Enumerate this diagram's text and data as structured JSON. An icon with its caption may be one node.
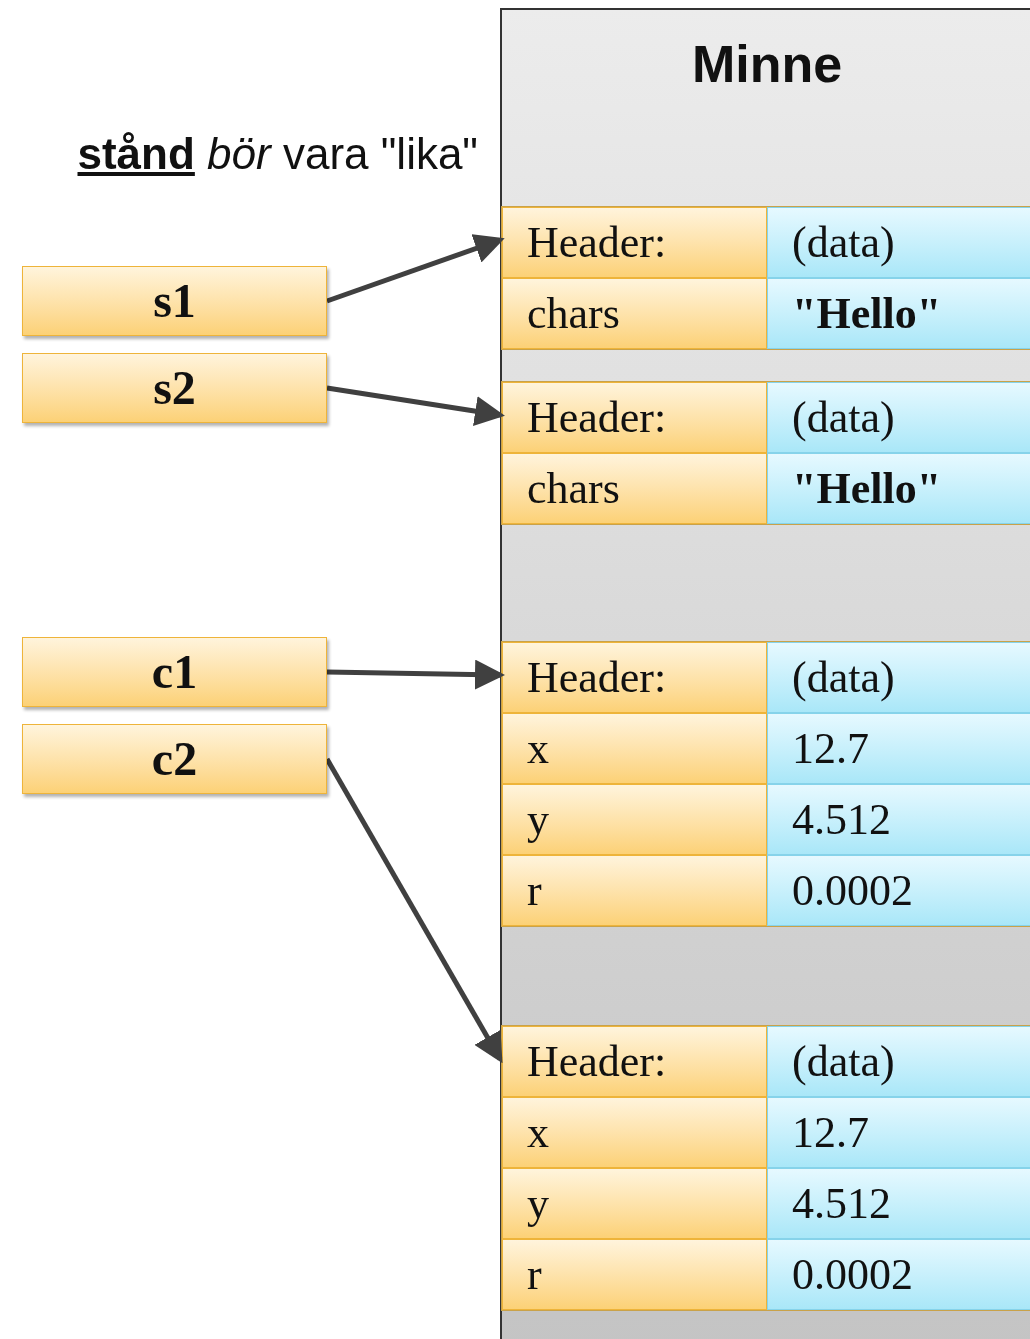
{
  "diagram": {
    "nodes": [
      {
        "text": [
          "Minne"
        ]
      },
      {
        "text": [],
        "shape": "box",
        "in": 0
      },
      {
        "text": [
          "Header:"
        ],
        "in": 1
      },
      {
        "text": [
          "(data)"
        ],
        "in": 1
      },
      {
        "text": [
          "chars"
        ],
        "in": 1
      },
      {
        "text": [
          "**\"Hello\"**"
        ],
        "in": 1
      },
      {
        "text": [],
        "shape": "box",
        "in": 0
      },
      {
        "text": [
          "Header:"
        ],
        "in": 6
      },
      {
        "text": [
          "(data)"
        ],
        "in": 6
      },
      {
        "text": [
          "chars"
        ],
        "in": 6
      },
      {
        "text": [
          "**\"Hello\"**"
        ],
        "in": 6
      },
      {
        "text": [],
        "shape": "box",
        "in": 0
      },
      {
        "text": [
          "Header:"
        ],
        "in": 11
      },
      {
        "text": [
          "(data)"
        ],
        "in": 11
      },
      {
        "text": [
          "x"
        ],
        "in": 11
      },
      {
        "text": [
          "12.7"
        ],
        "in": 11
      },
      {
        "text": [
          "y"
        ],
        "in": 11
      },
      {
        "text": [
          "4.512"
        ],
        "in": 11
      },
      {
        "text": [
          "r"
        ],
        "in": 11
      },
      {
        "text": [
          "0.0002"
        ],
        "in": 11
      },
      {
        "text": [],
        "shape": "box",
        "in": 0
      },
      {
        "text": [
          "Header:"
        ],
        "in": 20
      },
      {
        "text": [
          "(data)"
        ],
        "in": 20
      },
      {
        "text": [
          "x"
        ],
        "in": 20
      },
      {
        "text": [
          "12.7"
        ],
        "in": 20
      },
      {
        "text": [
          "y"
        ],
        "in": 20
      },
      {
        "text": [
          "4.512"
        ],
        "in": 20
      },
      {
        "text": [
          "r"
        ],
        "in": 20
      },
      {
        "text": [
          "0.0002"
        ],
        "in": 20
      },
      {
        "text": [
          "s1"
        ]
      },
      {
        "text": [
          "s2"
        ]
      },
      {
        "text": [
          "c1"
        ]
      },
      {
        "text": [
          "c2"
        ]
      }
    ],
    "edges": [
      {
        "from": 29,
        "to": 1,
        "arrow": "to"
      },
      {
        "from": 30,
        "to": 6,
        "arrow": "to"
      },
      {
        "from": 31,
        "to": 11,
        "arrow": "to"
      },
      {
        "from": 32,
        "to": 20,
        "arrow": "to"
      }
    ],
    "labels": [
      "**stånd** *bör* vara \"lika\""
    ]
  }
}
